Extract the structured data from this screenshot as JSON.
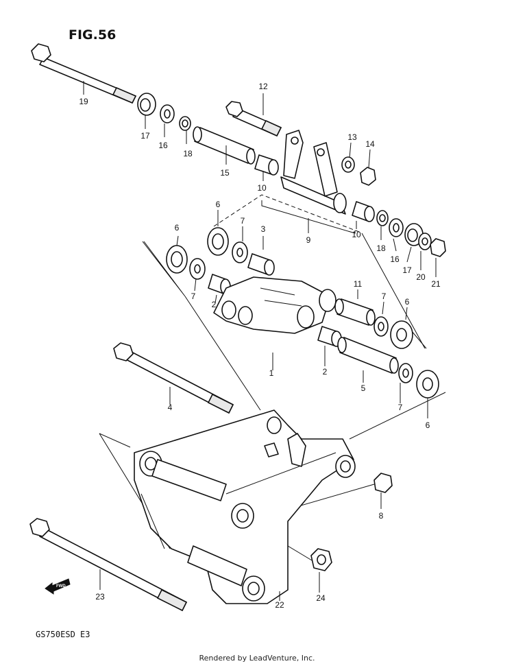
{
  "figure": {
    "title": "FIG.56"
  },
  "model_code": "GS750ESD  E3",
  "credit": "Rendered by LeadVenture, Inc.",
  "arrow": {
    "label": "FWD"
  },
  "callouts": {
    "c19": "19",
    "c17a": "17",
    "c16a": "16",
    "c18a": "18",
    "c15": "15",
    "c12": "12",
    "c13": "13",
    "c14": "14",
    "c10a": "10",
    "c10b": "10",
    "c9": "9",
    "c18b": "18",
    "c16b": "16",
    "c17b": "17",
    "c20": "20",
    "c21": "21",
    "c6a": "6",
    "c6b": "6",
    "c7a": "7",
    "c3": "3",
    "c7b": "7",
    "c2a": "2",
    "c11": "11",
    "c7c": "7",
    "c6c": "6",
    "c1": "1",
    "c2b": "2",
    "c5": "5",
    "c7d": "7",
    "c6d": "6",
    "c4": "4",
    "c8": "8",
    "c23": "23",
    "c22": "22",
    "c24": "24"
  }
}
